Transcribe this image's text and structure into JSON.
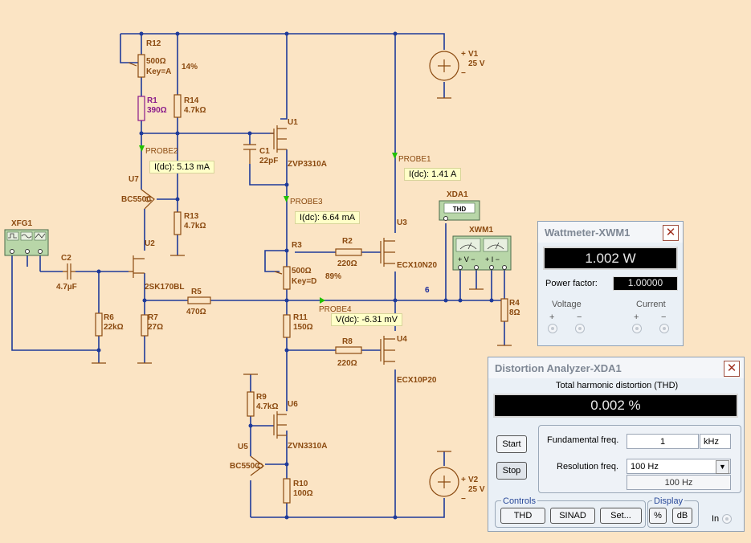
{
  "schematic": {
    "components": {
      "r12": {
        "name": "R12",
        "value": "500Ω",
        "key": "Key=A",
        "pct": "14%"
      },
      "r1": {
        "name": "R1",
        "value": "390Ω"
      },
      "r14": {
        "name": "R14",
        "value": "4.7kΩ"
      },
      "u1": {
        "name": "U1",
        "part": "ZVP3310A"
      },
      "c1": {
        "name": "C1",
        "value": "22pF"
      },
      "v1": {
        "name": "V1",
        "value": "25 V"
      },
      "u7": {
        "name": "U7",
        "part": "BC550C"
      },
      "r13": {
        "name": "R13",
        "value": "4.7kΩ"
      },
      "xfg1": {
        "name": "XFG1"
      },
      "u2": {
        "name": "U2",
        "part": "2SK170BL"
      },
      "c2": {
        "name": "C2",
        "value": "4.7µF"
      },
      "r3": {
        "name": "R3",
        "value": "500Ω",
        "key": "Key=D",
        "pct": "89%"
      },
      "r2": {
        "name": "R2",
        "value": "220Ω"
      },
      "u3": {
        "name": "U3",
        "part": "ECX10N20"
      },
      "xda1": {
        "name": "XDA1",
        "face": "THD"
      },
      "xwm1": {
        "name": "XWM1"
      },
      "r5": {
        "name": "R5",
        "value": "470Ω"
      },
      "r6": {
        "name": "R6",
        "value": "22kΩ"
      },
      "r7": {
        "name": "R7",
        "value": "27Ω"
      },
      "r11": {
        "name": "R11",
        "value": "150Ω"
      },
      "r8": {
        "name": "R8",
        "value": "220Ω"
      },
      "u4": {
        "name": "U4",
        "part": "ECX10P20"
      },
      "r4": {
        "name": "R4",
        "value": "8Ω"
      },
      "r9": {
        "name": "R9",
        "value": "4.7kΩ"
      },
      "u6": {
        "name": "U6",
        "part": "ZVN3310A"
      },
      "u5": {
        "name": "U5",
        "part": "BC550C"
      },
      "r10": {
        "name": "R10",
        "value": "100Ω"
      },
      "v2": {
        "name": "V2",
        "value": "25 V"
      }
    },
    "node_label": "6",
    "probes": {
      "probe1": {
        "name": "PROBE1",
        "reading": "I(dc): 1.41 A"
      },
      "probe2": {
        "name": "PROBE2",
        "reading": "I(dc): 5.13 mA"
      },
      "probe3": {
        "name": "PROBE3",
        "reading": "I(dc): 6.64 mA"
      },
      "probe4": {
        "name": "PROBE4",
        "reading": "V(dc): -6.31 mV"
      }
    }
  },
  "wattmeter": {
    "title": "Wattmeter-XWM1",
    "reading": "1.002 W",
    "pf_label": "Power factor:",
    "pf_value": "1.00000",
    "voltage_label": "Voltage",
    "current_label": "Current",
    "plus": "+",
    "minus": "−"
  },
  "distortion": {
    "title": "Distortion Analyzer-XDA1",
    "thd_heading": "Total harmonic distortion (THD)",
    "reading": "0.002 %",
    "start_label": "Start",
    "stop_label": "Stop",
    "fund_label": "Fundamental freq.",
    "fund_value": "1",
    "fund_unit": "kHz",
    "res_label": "Resolution freq.",
    "res_value": "100 Hz",
    "res_readout": "100 Hz",
    "controls_label": "Controls",
    "thd_btn": "THD",
    "sinad_btn": "SINAD",
    "set_btn": "Set...",
    "display_label": "Display",
    "pct_btn": "%",
    "db_btn": "dB",
    "in_label": "In"
  },
  "colors": {
    "wire": "#1e3a9a",
    "component": "#8b4a10",
    "probe_arrow": "#22c000",
    "background": "#fbe4c4"
  }
}
